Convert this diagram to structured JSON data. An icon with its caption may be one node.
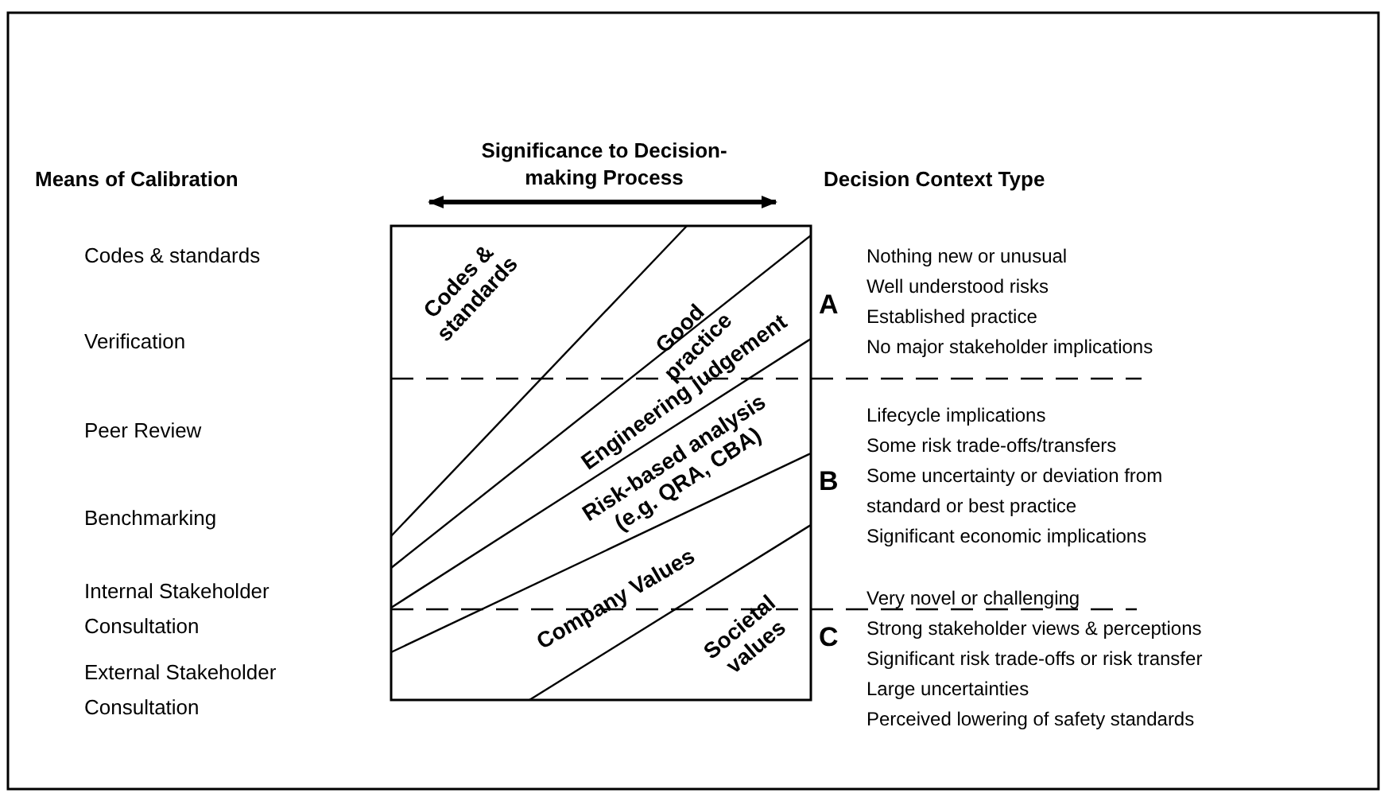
{
  "diagram": {
    "labels": [
      "Significance to Decision-making Process",
      "Means of Calibration",
      "Decision Context Type",
      "Codes & standards",
      "Verification",
      "Peer Review",
      "Benchmarking",
      "Internal Stakeholder Consultation",
      "External Stakeholder Consultation",
      "Codes & standards",
      "Good practice",
      "Engineering judgement",
      "Risk-based analysis (e.g. QRA, CBA)",
      "Company Values",
      "Societal values",
      "A",
      "Nothing new or unusual",
      "Well understood risks",
      "Established practice",
      "No major stakeholder implications",
      "B",
      "Lifecycle implications",
      "Some risk trade-offs/transfers",
      "Some uncertainty or deviation from standard or best practice",
      "Significant economic implications",
      "C",
      "Very novel or challenging",
      "Strong stakeholder views & perceptions",
      "Significant risk trade-offs or risk transfer",
      "Large uncertainties",
      "Perceived lowering of safety standards"
    ]
  }
}
